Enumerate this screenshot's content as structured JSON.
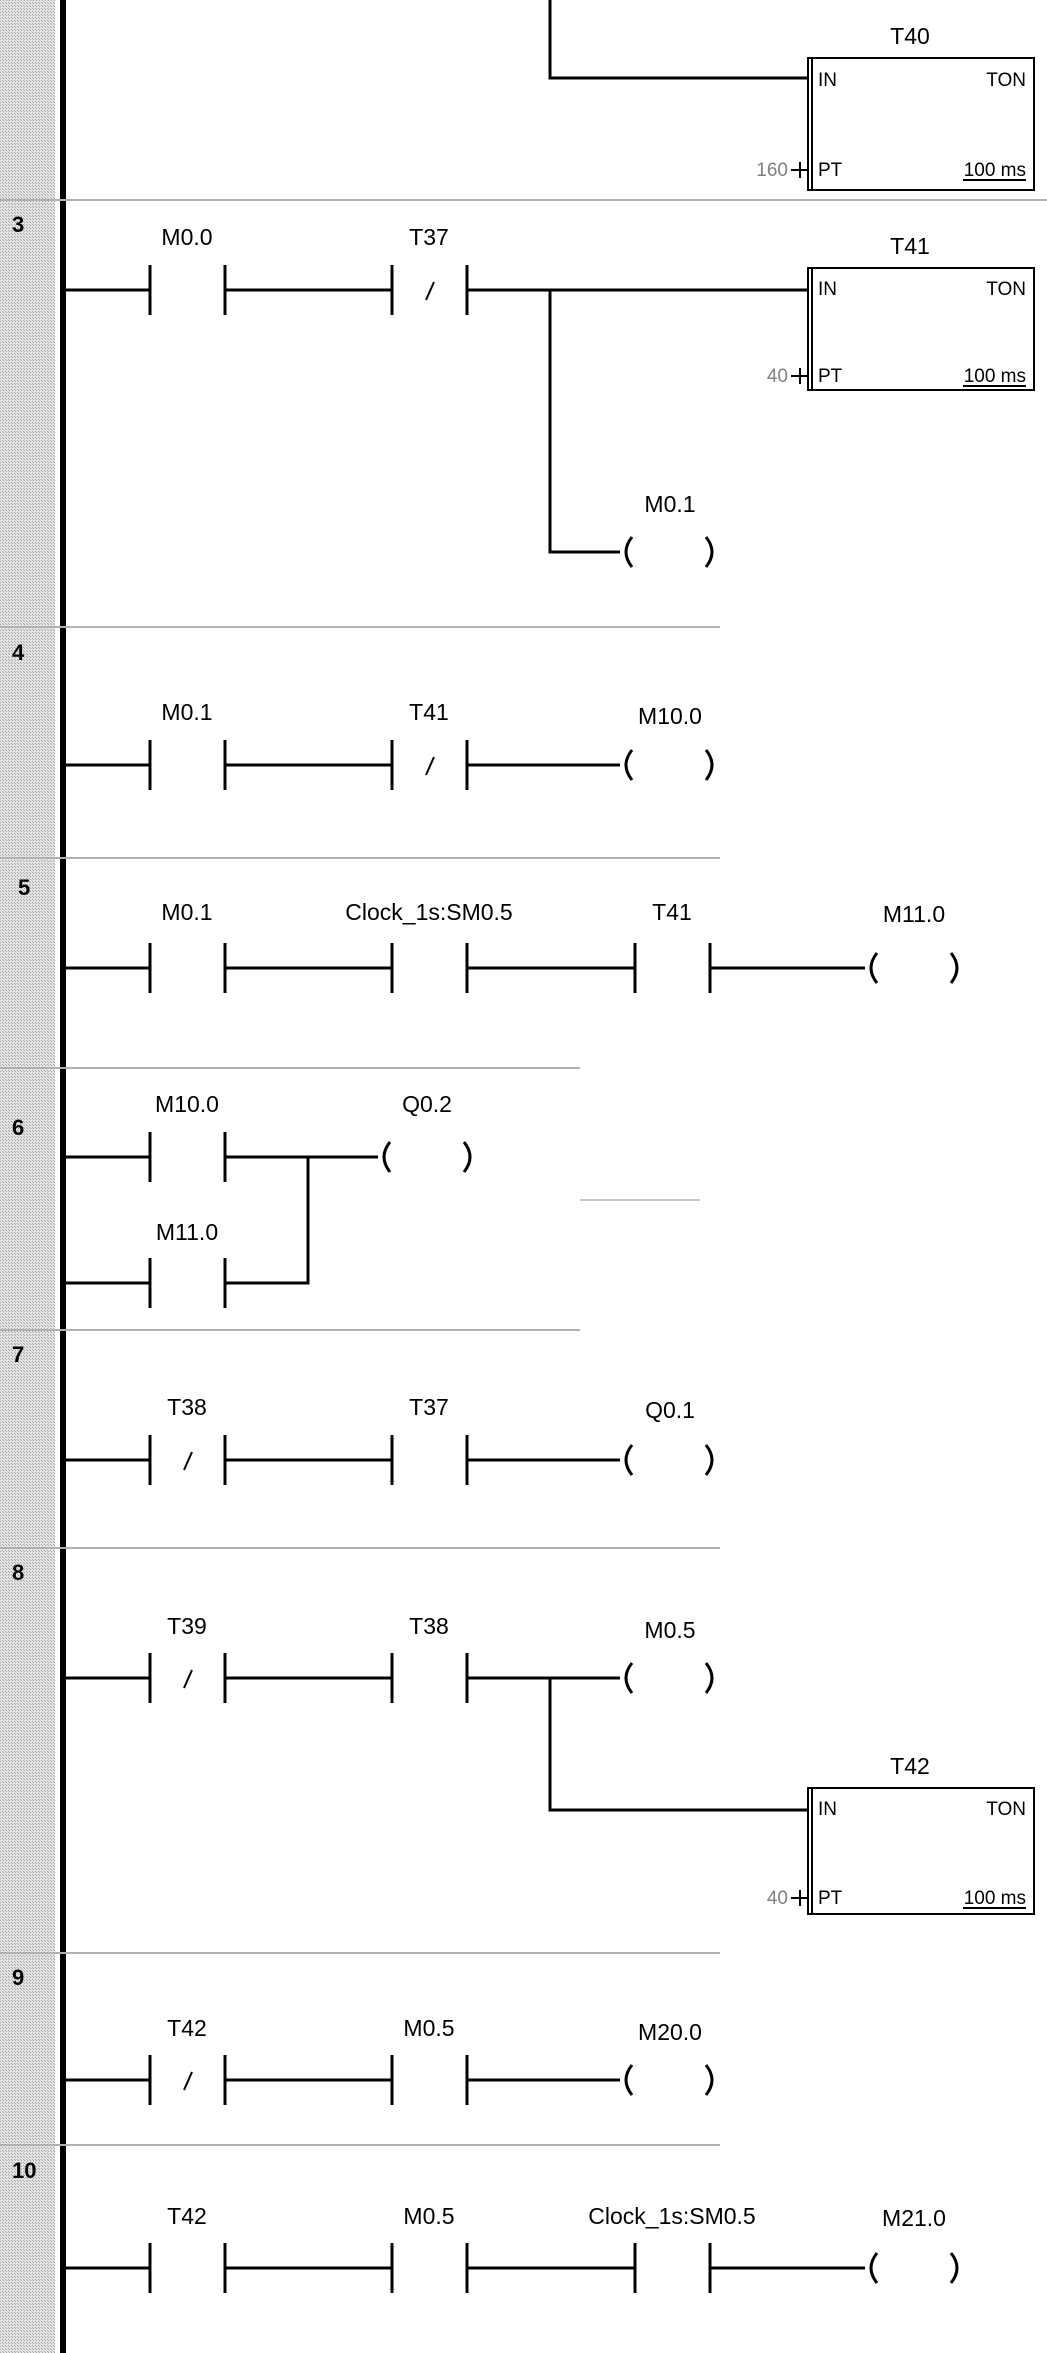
{
  "colors": {
    "rail": "#000000",
    "gutter": "#d8d8d8",
    "separator": "#b0b0b0",
    "preset": "#808080"
  },
  "partial_network": {
    "timer": {
      "name": "T40",
      "type": "TON",
      "in_pin": "IN",
      "pt_pin": "PT",
      "preset": "160",
      "base": "100 ms"
    }
  },
  "networks": [
    {
      "number": "3",
      "contacts": [
        {
          "label": "M0.0",
          "type": "NO"
        },
        {
          "label": "T37",
          "type": "NC"
        }
      ],
      "timer": {
        "name": "T41",
        "type": "TON",
        "in_pin": "IN",
        "pt_pin": "PT",
        "preset": "40",
        "base": "100 ms"
      },
      "coils": [
        {
          "label": "M0.1"
        }
      ]
    },
    {
      "number": "4",
      "contacts": [
        {
          "label": "M0.1",
          "type": "NO"
        },
        {
          "label": "T41",
          "type": "NC"
        }
      ],
      "coils": [
        {
          "label": "M10.0"
        }
      ]
    },
    {
      "number": "5",
      "contacts": [
        {
          "label": "M0.1",
          "type": "NO"
        },
        {
          "label": "Clock_1s:SM0.5",
          "type": "NO"
        },
        {
          "label": "T41",
          "type": "NO"
        }
      ],
      "coils": [
        {
          "label": "M11.0"
        }
      ]
    },
    {
      "number": "6",
      "contacts": [
        {
          "label": "M10.0",
          "type": "NO"
        },
        {
          "label": "M11.0",
          "type": "NO"
        }
      ],
      "coils": [
        {
          "label": "Q0.2"
        }
      ]
    },
    {
      "number": "7",
      "contacts": [
        {
          "label": "T38",
          "type": "NC"
        },
        {
          "label": "T37",
          "type": "NO"
        }
      ],
      "coils": [
        {
          "label": "Q0.1"
        }
      ]
    },
    {
      "number": "8",
      "contacts": [
        {
          "label": "T39",
          "type": "NC"
        },
        {
          "label": "T38",
          "type": "NO"
        }
      ],
      "coils": [
        {
          "label": "M0.5"
        }
      ],
      "timer": {
        "name": "T42",
        "type": "TON",
        "in_pin": "IN",
        "pt_pin": "PT",
        "preset": "40",
        "base": "100 ms"
      }
    },
    {
      "number": "9",
      "contacts": [
        {
          "label": "T42",
          "type": "NC"
        },
        {
          "label": "M0.5",
          "type": "NO"
        }
      ],
      "coils": [
        {
          "label": "M20.0"
        }
      ]
    },
    {
      "number": "10",
      "contacts": [
        {
          "label": "T42",
          "type": "NO"
        },
        {
          "label": "M0.5",
          "type": "NO"
        },
        {
          "label": "Clock_1s:SM0.5",
          "type": "NO"
        }
      ],
      "coils": [
        {
          "label": "M21.0"
        }
      ]
    }
  ]
}
